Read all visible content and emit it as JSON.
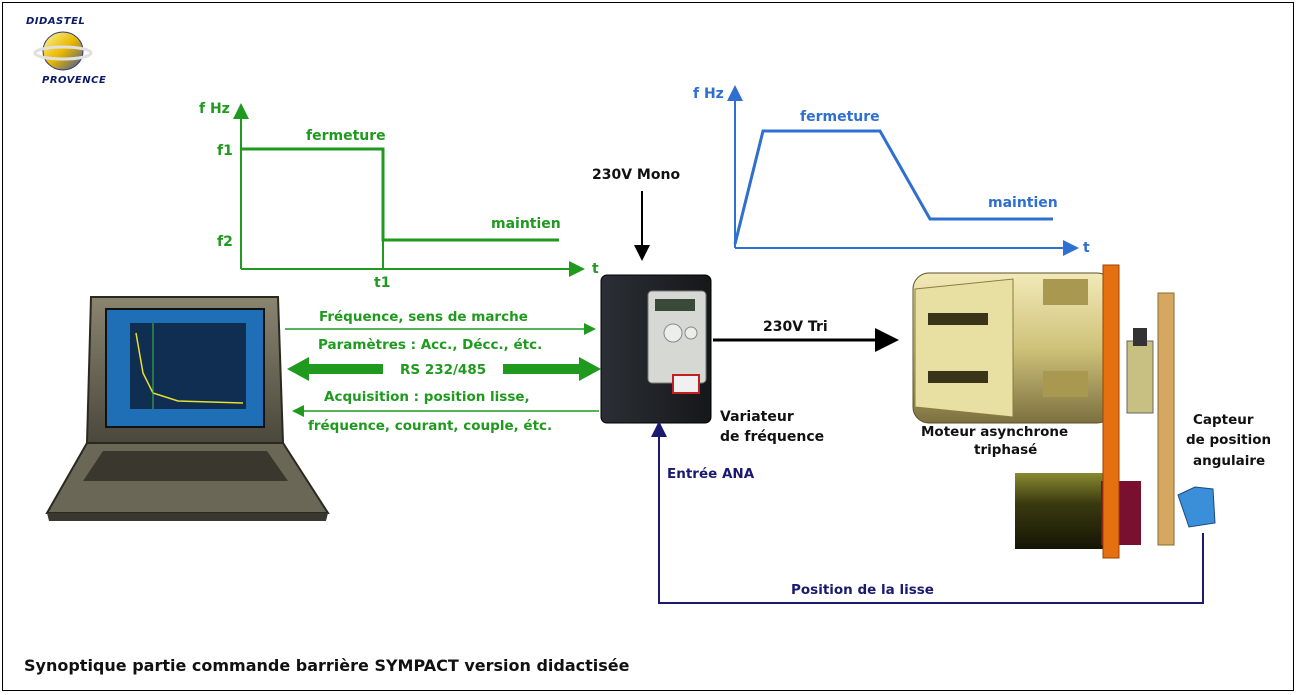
{
  "logo": {
    "line1": "DIDASTEL",
    "line2": "PROVENCE"
  },
  "green_graph": {
    "y_axis_label": "f Hz",
    "x_axis_label": "t",
    "tick_f1": "f1",
    "tick_f2": "f2",
    "tick_t1": "t1",
    "label_high": "fermeture",
    "label_low": "maintien"
  },
  "blue_graph": {
    "y_axis_label": "f Hz",
    "x_axis_label": "t",
    "label_high": "fermeture",
    "label_low": "maintien"
  },
  "supply": {
    "mono": "230V Mono",
    "tri": "230V Tri"
  },
  "links": {
    "line1": "Fréquence, sens de marche",
    "line2": "Paramètres : Acc., Décc., étc.",
    "bus": "RS 232/485",
    "line3": "Acquisition : position lisse,",
    "line4": "fréquence, courant, couple, étc."
  },
  "drive": {
    "label1": "Variateur",
    "label2": "de fréquence"
  },
  "motor": {
    "label1": "Moteur asynchrone",
    "label2": "triphasé"
  },
  "sensor": {
    "label1": "Capteur",
    "label2": "de position",
    "label3": "angulaire"
  },
  "feedback": {
    "input": "Entrée ANA",
    "position": "Position de la lisse"
  },
  "caption": "Synoptique partie commande barrière SYMPACT version didactisée",
  "colors": {
    "green": "#1f9a1f",
    "blue": "#2f6fd0",
    "navy": "#1a1a6e",
    "black": "#000000"
  }
}
